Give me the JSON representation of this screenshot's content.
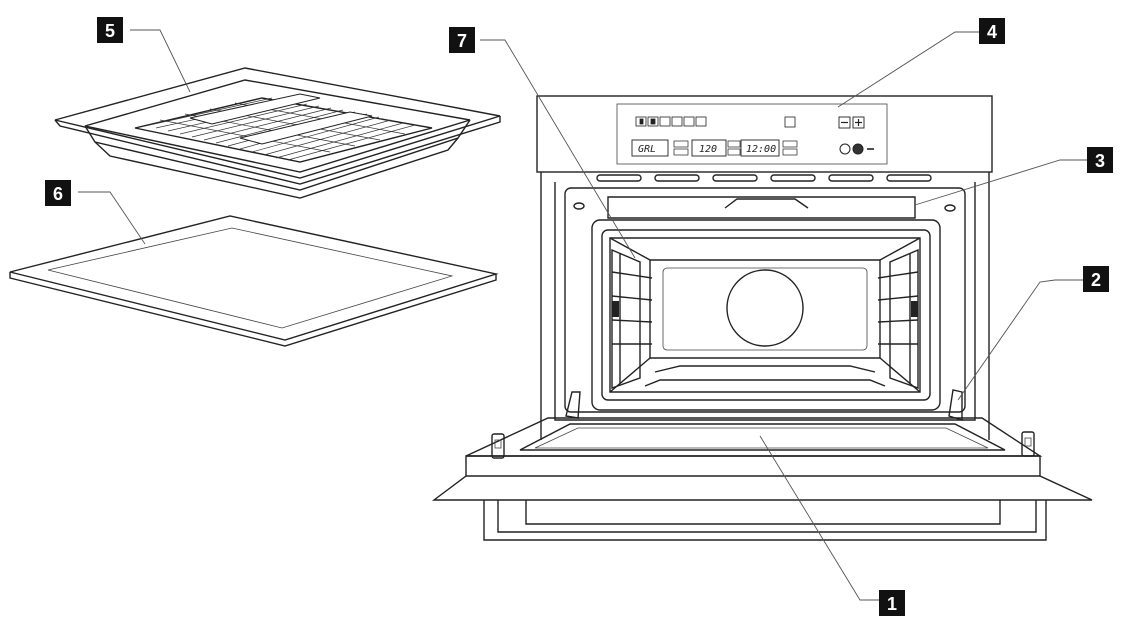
{
  "callouts": [
    {
      "id": "1",
      "label": "1"
    },
    {
      "id": "2",
      "label": "2"
    },
    {
      "id": "3",
      "label": "3"
    },
    {
      "id": "4",
      "label": "4"
    },
    {
      "id": "5",
      "label": "5"
    },
    {
      "id": "6",
      "label": "6"
    },
    {
      "id": "7",
      "label": "7"
    }
  ],
  "control_panel": {
    "display_mode": "GRL",
    "display_power": "120",
    "display_time": "12:00"
  },
  "colors": {
    "line": "#222222",
    "callout_fill": "#111111",
    "callout_text": "#ffffff",
    "background": "#ffffff"
  }
}
